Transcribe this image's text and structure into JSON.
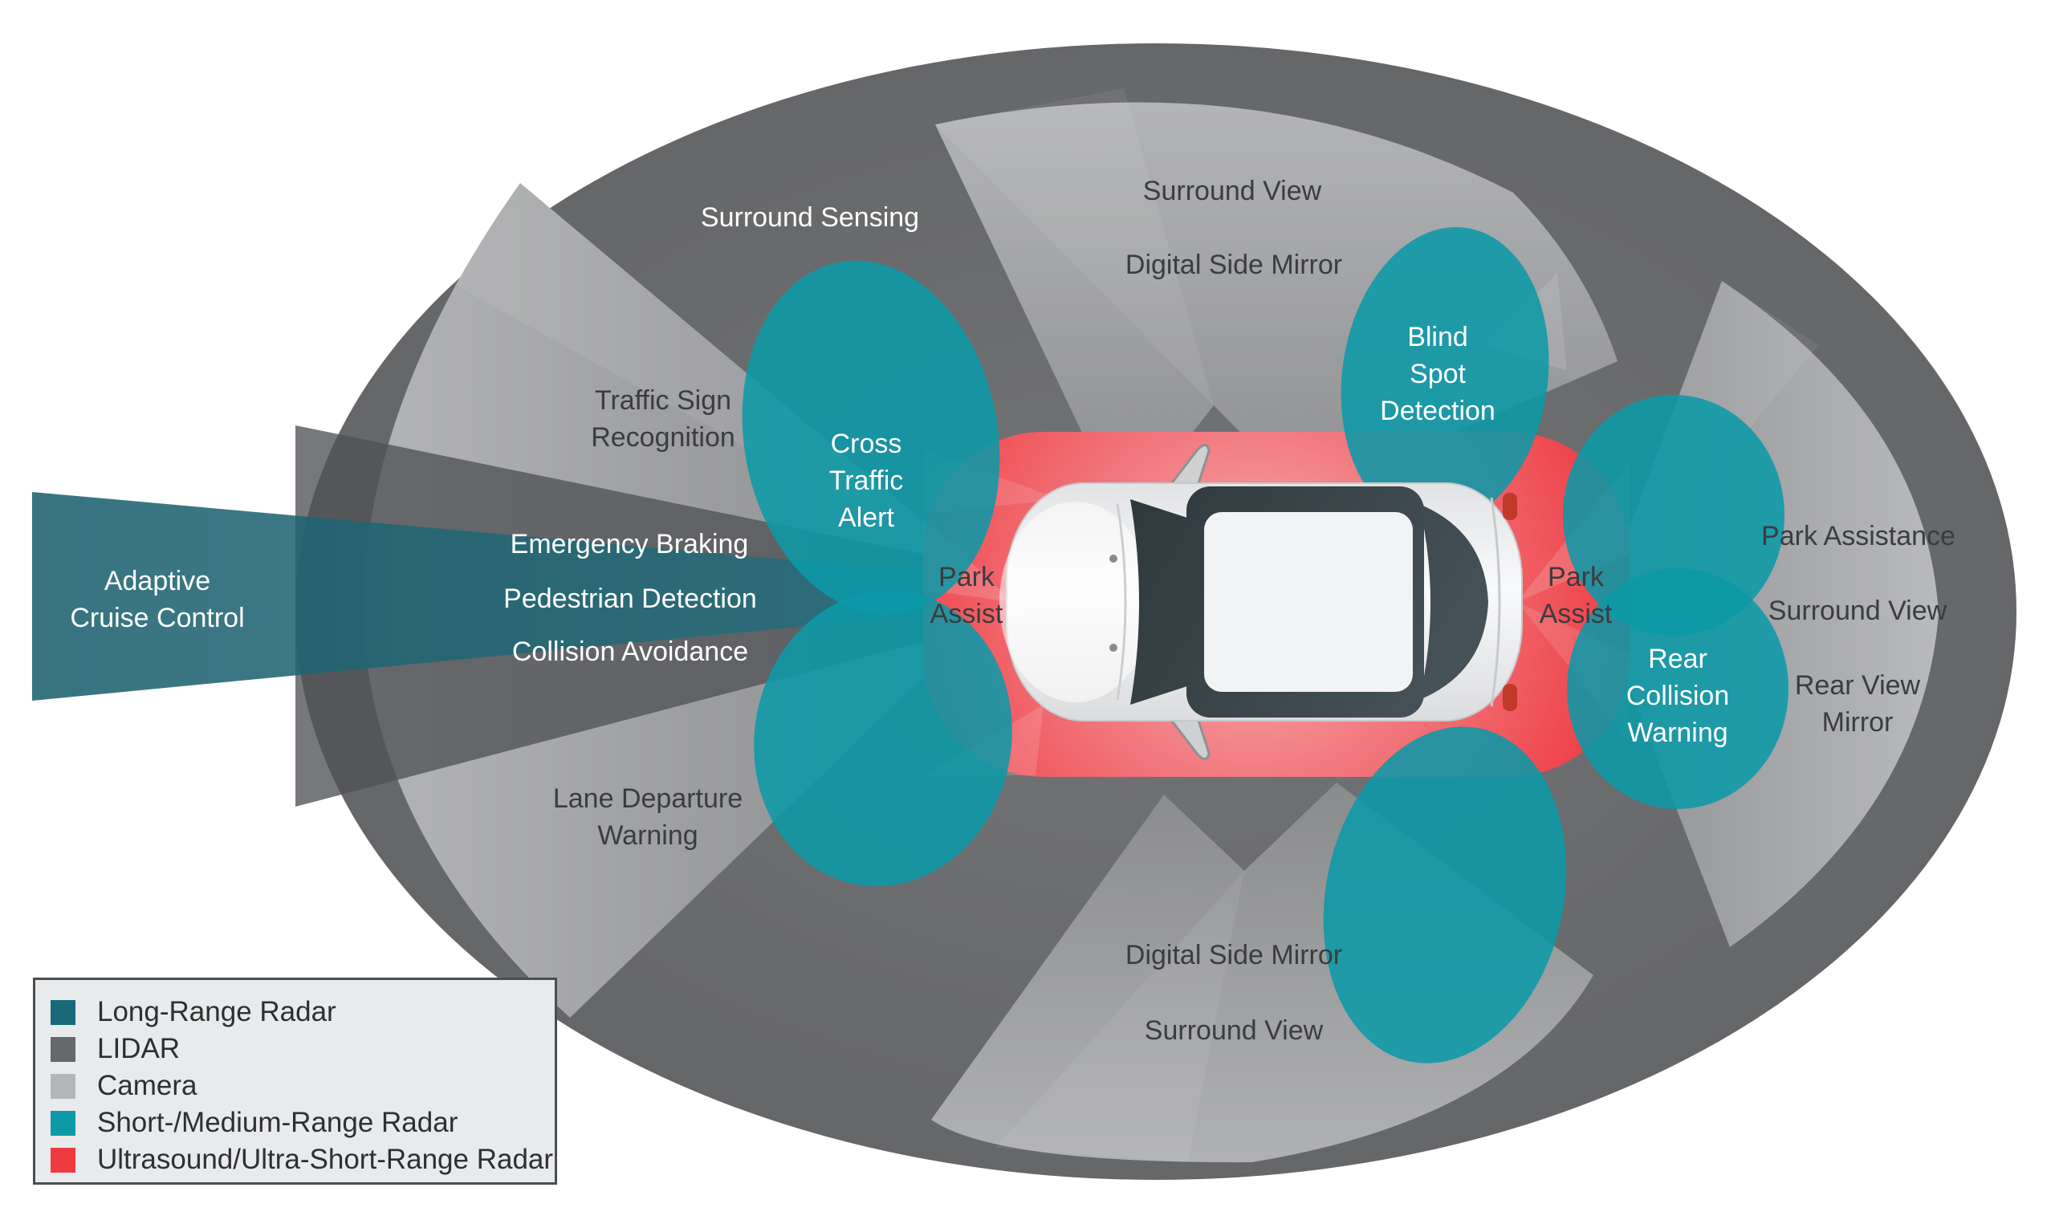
{
  "zone_labels": {
    "adaptive_cruise_control": "Adaptive\nCruise Control",
    "surround_sensing": "Surround Sensing",
    "surround_view_top": "Surround View",
    "digital_side_mirror_top": "Digital Side Mirror",
    "blind_spot_detection": "Blind\nSpot\nDetection",
    "traffic_sign_recognition": "Traffic Sign\nRecognition",
    "cross_traffic_alert": "Cross\nTraffic\nAlert",
    "emergency_braking": "Emergency Braking",
    "pedestrian_detection": "Pedestrian Detection",
    "collision_avoidance": "Collision Avoidance",
    "park_assist_front": "Park\nAssist",
    "park_assist_rear": "Park\nAssist",
    "rear_collision_warning": "Rear\nCollision\nWarning",
    "park_assistance": "Park Assistance",
    "surround_view_right": "Surround View",
    "rear_view_mirror": "Rear View\nMirror",
    "lane_departure_warning": "Lane Departure\nWarning",
    "digital_side_mirror_bottom": "Digital Side Mirror",
    "surround_view_bottom": "Surround View"
  },
  "legend": {
    "items": [
      {
        "label": "Long-Range Radar",
        "color": "#186a79"
      },
      {
        "label": "LIDAR",
        "color": "#67686a"
      },
      {
        "label": "Camera",
        "color": "#b4b5b7"
      },
      {
        "label": "Short-/Medium-Range Radar",
        "color": "#0f9aa9"
      },
      {
        "label": "Ultrasound/Ultra-Short-Range Radar",
        "color": "#ee3b41"
      }
    ]
  },
  "colors": {
    "background": "#ffffff",
    "lidar_surround_ellipse": "#6a6b6d",
    "camera_wedge_outer": "#b5b6b8",
    "camera_wedge_inner": "#8c8d8f",
    "long_range_radar_cone": "#1a5f6d",
    "short_medium_radar_blob": "#0d98a7",
    "ultrasound_zone": "#ee3940",
    "label_dark": "#3b3c3e",
    "label_light": "#ffffff"
  }
}
